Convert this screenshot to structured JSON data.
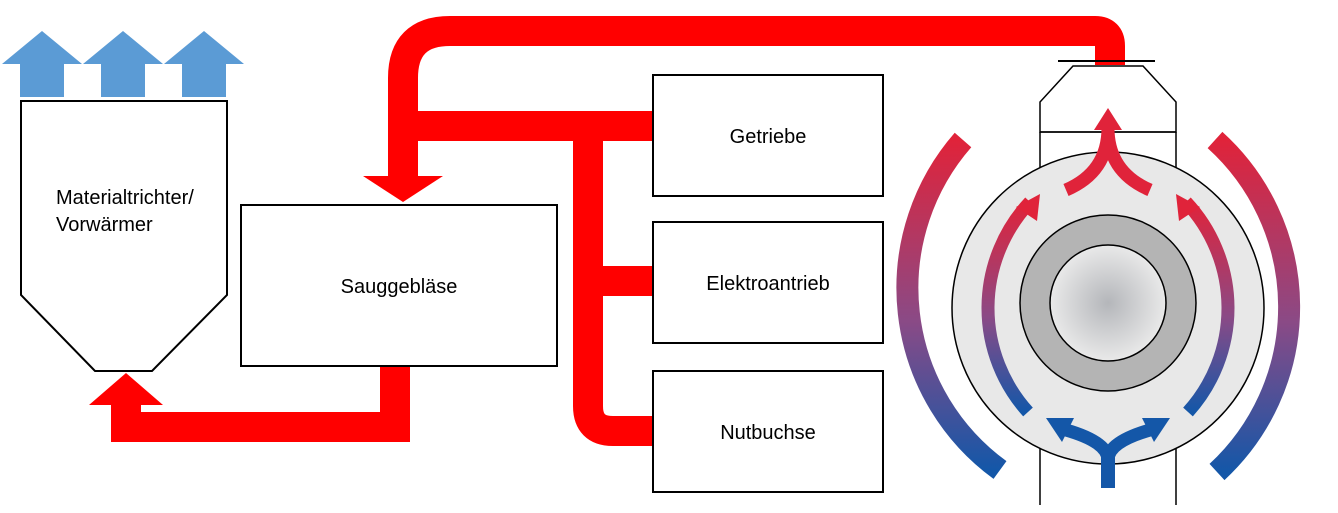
{
  "labels": {
    "hopper_line1": "Materialtrichter/",
    "hopper_line2": "Vorwärmer",
    "blower": "Sauggebläse",
    "gearbox": "Getriebe",
    "motor": "Elektroantrieb",
    "groove_bushing": "Nutbuchse"
  },
  "colors": {
    "hot_air": "#ff0000",
    "cool_arrow": "#5b9bd5",
    "cool_flow": "#1457a8",
    "warm_flow": "#e0233a",
    "box_border": "#000000",
    "housing_fill": "#e8e8e8",
    "screw_gray": "#b4b4b4"
  },
  "icons": {
    "hopper_vent_arrows": "up-arrow-icon",
    "flow_arrows": "curved-arrow-icon"
  }
}
